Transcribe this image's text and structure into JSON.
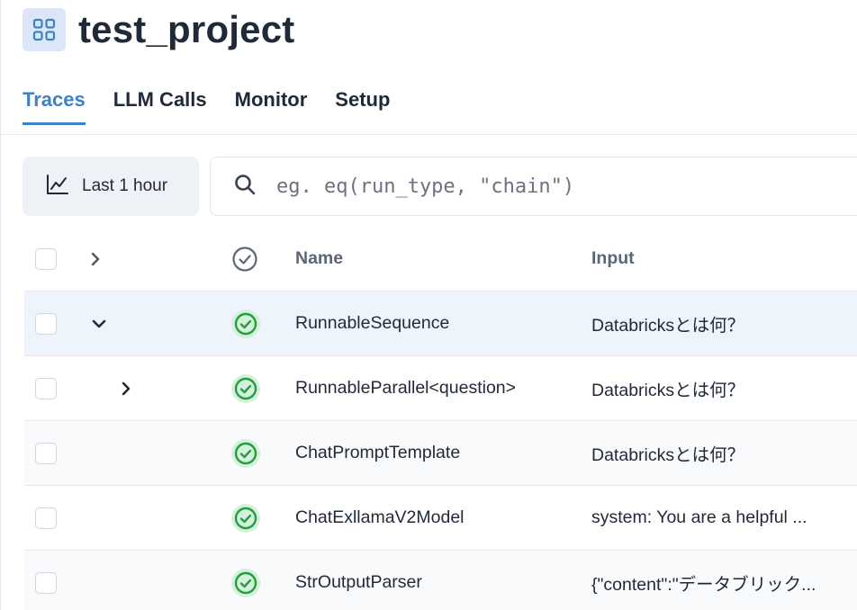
{
  "project": {
    "title": "test_project",
    "icon": "grid-icon"
  },
  "tabs": [
    {
      "label": "Traces",
      "active": true
    },
    {
      "label": "LLM Calls",
      "active": false
    },
    {
      "label": "Monitor",
      "active": false
    },
    {
      "label": "Setup",
      "active": false
    }
  ],
  "toolbar": {
    "time_range_label": "Last 1 hour",
    "time_range_icon": "line-chart-icon",
    "search_placeholder": "eg. eq(run_type, \"chain\")",
    "search_value": "",
    "search_icon": "search-icon"
  },
  "table": {
    "columns": {
      "name": "Name",
      "input": "Input",
      "status_icon": "check-circle-icon"
    },
    "rows": [
      {
        "name": "RunnableSequence",
        "input": "Databricksとは何？",
        "status": "success",
        "expander": "chevron-down",
        "depth": 0
      },
      {
        "name": "RunnableParallel<question>",
        "input": "Databricksとは何？",
        "status": "success",
        "expander": "chevron-right",
        "depth": 1
      },
      {
        "name": "ChatPromptTemplate",
        "input": "Databricksとは何？",
        "status": "success",
        "expander": "",
        "depth": 1
      },
      {
        "name": "ChatExllamaV2Model",
        "input": "system: You are a helpful ...",
        "status": "success",
        "expander": "",
        "depth": 1
      },
      {
        "name": "StrOutputParser",
        "input": "{\"content\":\"データブリック...",
        "status": "success",
        "expander": "",
        "depth": 1
      }
    ]
  },
  "colors": {
    "accent": "#3b82c6",
    "success": "#22a03c",
    "success_bg": "#d5f0dc",
    "selected_row": "#eef4fc"
  }
}
